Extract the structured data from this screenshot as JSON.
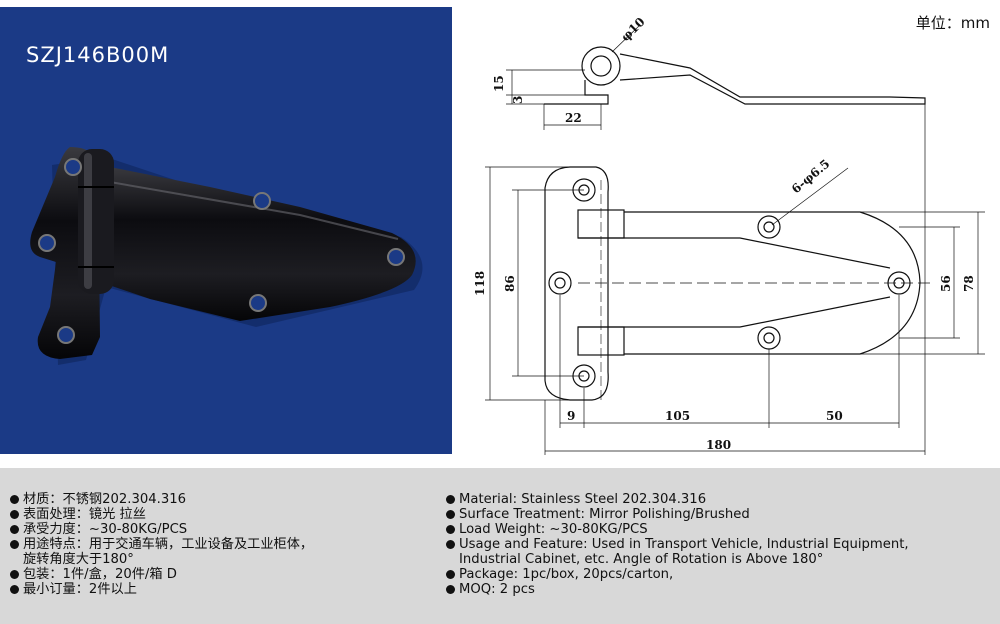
{
  "photo": {
    "model": "SZJ146B00M",
    "background_color": "#1b3a86"
  },
  "drawing": {
    "unit_label": "单位：mm",
    "dimensions": {
      "pin_diameter": "φ10",
      "height": "15",
      "thickness": "3",
      "pin_offset": "22",
      "hole_spec": "6-φ6.5",
      "overall_height": "118",
      "hole_spacing_outer": "86",
      "leaf_height_inner": "56",
      "leaf_height": "78",
      "edge_offset": "9",
      "hole_distance_1": "105",
      "hole_distance_2": "50",
      "overall_length": "180"
    }
  },
  "specs_cn": [
    "材质：不锈钢202.304.316",
    "表面处理：镜光 拉丝",
    "承受力度：~30-80KG/PCS",
    "用途特点：用于交通车辆，工业设备及工业柜体，",
    "旋转角度大于180°",
    "包装：1件/盒，20件/箱  D",
    "最小订量：2件以上"
  ],
  "specs_en": [
    "Material: Stainless Steel 202.304.316",
    "Surface Treatment: Mirror Polishing/Brushed",
    "Load Weight: ~30-80KG/PCS",
    "Usage and Feature: Used in Transport Vehicle, Industrial Equipment,",
    "Industrial Cabinet, etc. Angle of Rotation is Above 180°",
    "Package: 1pc/box, 20pcs/carton,",
    "MOQ: 2 pcs"
  ]
}
